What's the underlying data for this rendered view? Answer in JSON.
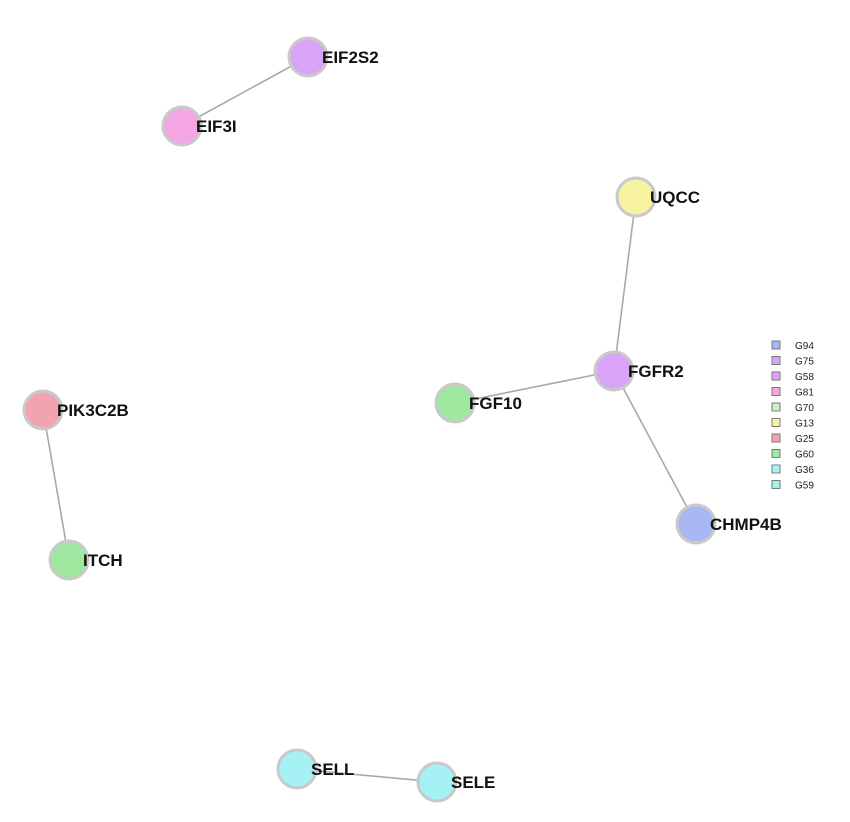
{
  "network": {
    "nodes": [
      {
        "id": "EIF2S2",
        "label": "EIF2S2",
        "color": "#d9a3f7"
      },
      {
        "id": "EIF3I",
        "label": "EIF3I",
        "color": "#f4a6e2"
      },
      {
        "id": "UQCC",
        "label": "UQCC",
        "color": "#f8f3a0"
      },
      {
        "id": "FGFR2",
        "label": "FGFR2",
        "color": "#d9a3f7"
      },
      {
        "id": "FGF10",
        "label": "FGF10",
        "color": "#9fe8a0"
      },
      {
        "id": "CHMP4B",
        "label": "CHMP4B",
        "color": "#a7b8f5"
      },
      {
        "id": "PIK3C2B",
        "label": "PIK3C2B",
        "color": "#f2a3b0"
      },
      {
        "id": "ITCH",
        "label": "ITCH",
        "color": "#9fe8a0"
      },
      {
        "id": "SELL",
        "label": "SELL",
        "color": "#a5f1f4"
      },
      {
        "id": "SELE",
        "label": "SELE",
        "color": "#a5f1f4"
      }
    ],
    "edges": [
      {
        "source": "EIF2S2",
        "target": "EIF3I"
      },
      {
        "source": "UQCC",
        "target": "FGFR2"
      },
      {
        "source": "FGFR2",
        "target": "FGF10"
      },
      {
        "source": "FGFR2",
        "target": "CHMP4B"
      },
      {
        "source": "PIK3C2B",
        "target": "ITCH"
      },
      {
        "source": "SELL",
        "target": "SELE"
      }
    ]
  },
  "legend": {
    "items": [
      {
        "label": "G94",
        "color": "#a7b8f5"
      },
      {
        "label": "G75",
        "color": "#d9a3f7"
      },
      {
        "label": "G58",
        "color": "#e6a3f5"
      },
      {
        "label": "G81",
        "color": "#f4a6e2"
      },
      {
        "label": "G70",
        "color": "#c8f0c8"
      },
      {
        "label": "G13",
        "color": "#f8f3a0"
      },
      {
        "label": "G25",
        "color": "#f2a3b0"
      },
      {
        "label": "G60",
        "color": "#9fe8a0"
      },
      {
        "label": "G36",
        "color": "#a5f1f4"
      },
      {
        "label": "G59",
        "color": "#9ef4e6"
      }
    ]
  }
}
